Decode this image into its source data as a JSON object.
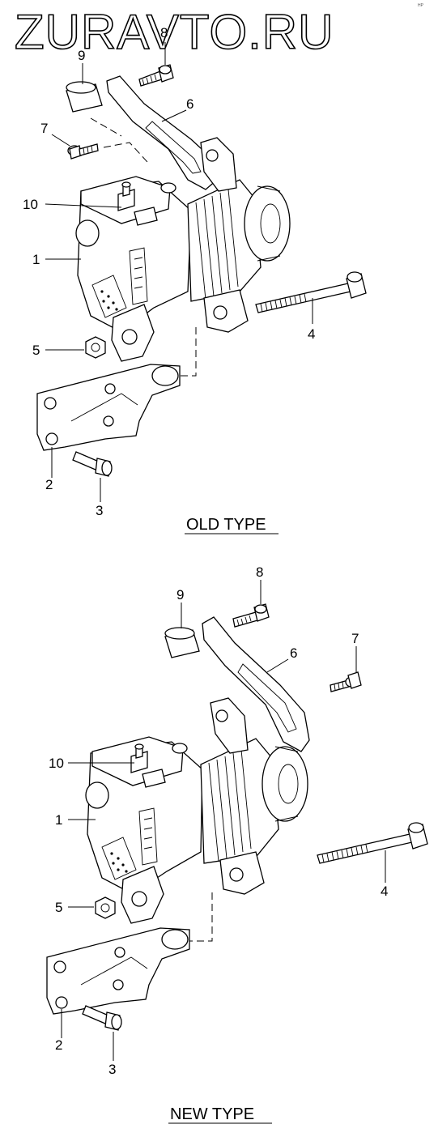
{
  "watermark": "ZURAVTO.RU",
  "tiny_mark": "HP",
  "sections": [
    {
      "title": "OLD TYPE",
      "callouts": {
        "c1": "1",
        "c2": "2",
        "c3": "3",
        "c4": "4",
        "c5": "5",
        "c6": "6",
        "c7": "7",
        "c8": "8",
        "c9": "9",
        "c10": "10"
      }
    },
    {
      "title": "NEW TYPE",
      "callouts": {
        "c1": "1",
        "c2": "2",
        "c3": "3",
        "c4": "4",
        "c5": "5",
        "c6": "6",
        "c7": "7",
        "c8": "8",
        "c9": "9",
        "c10": "10"
      }
    }
  ]
}
